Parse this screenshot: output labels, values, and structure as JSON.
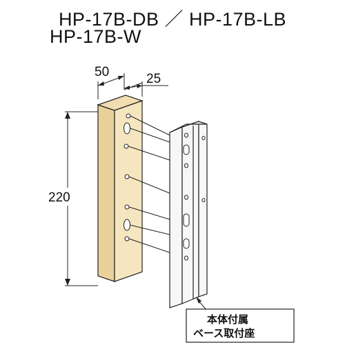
{
  "title": {
    "line1": "HP-17B-DB ／ HP-17B-LB",
    "line2": "HP-17B-W"
  },
  "dimensions": {
    "width": "50",
    "depth": "25",
    "height": "220"
  },
  "callout": {
    "line1": "本体付属",
    "line2": "ベース取付座"
  },
  "colors": {
    "wood_front": "#f6e6bf",
    "wood_side": "#e9d19c",
    "wood_top": "#f1ddb0",
    "metal": "#f7f7f7",
    "line": "#222222"
  }
}
